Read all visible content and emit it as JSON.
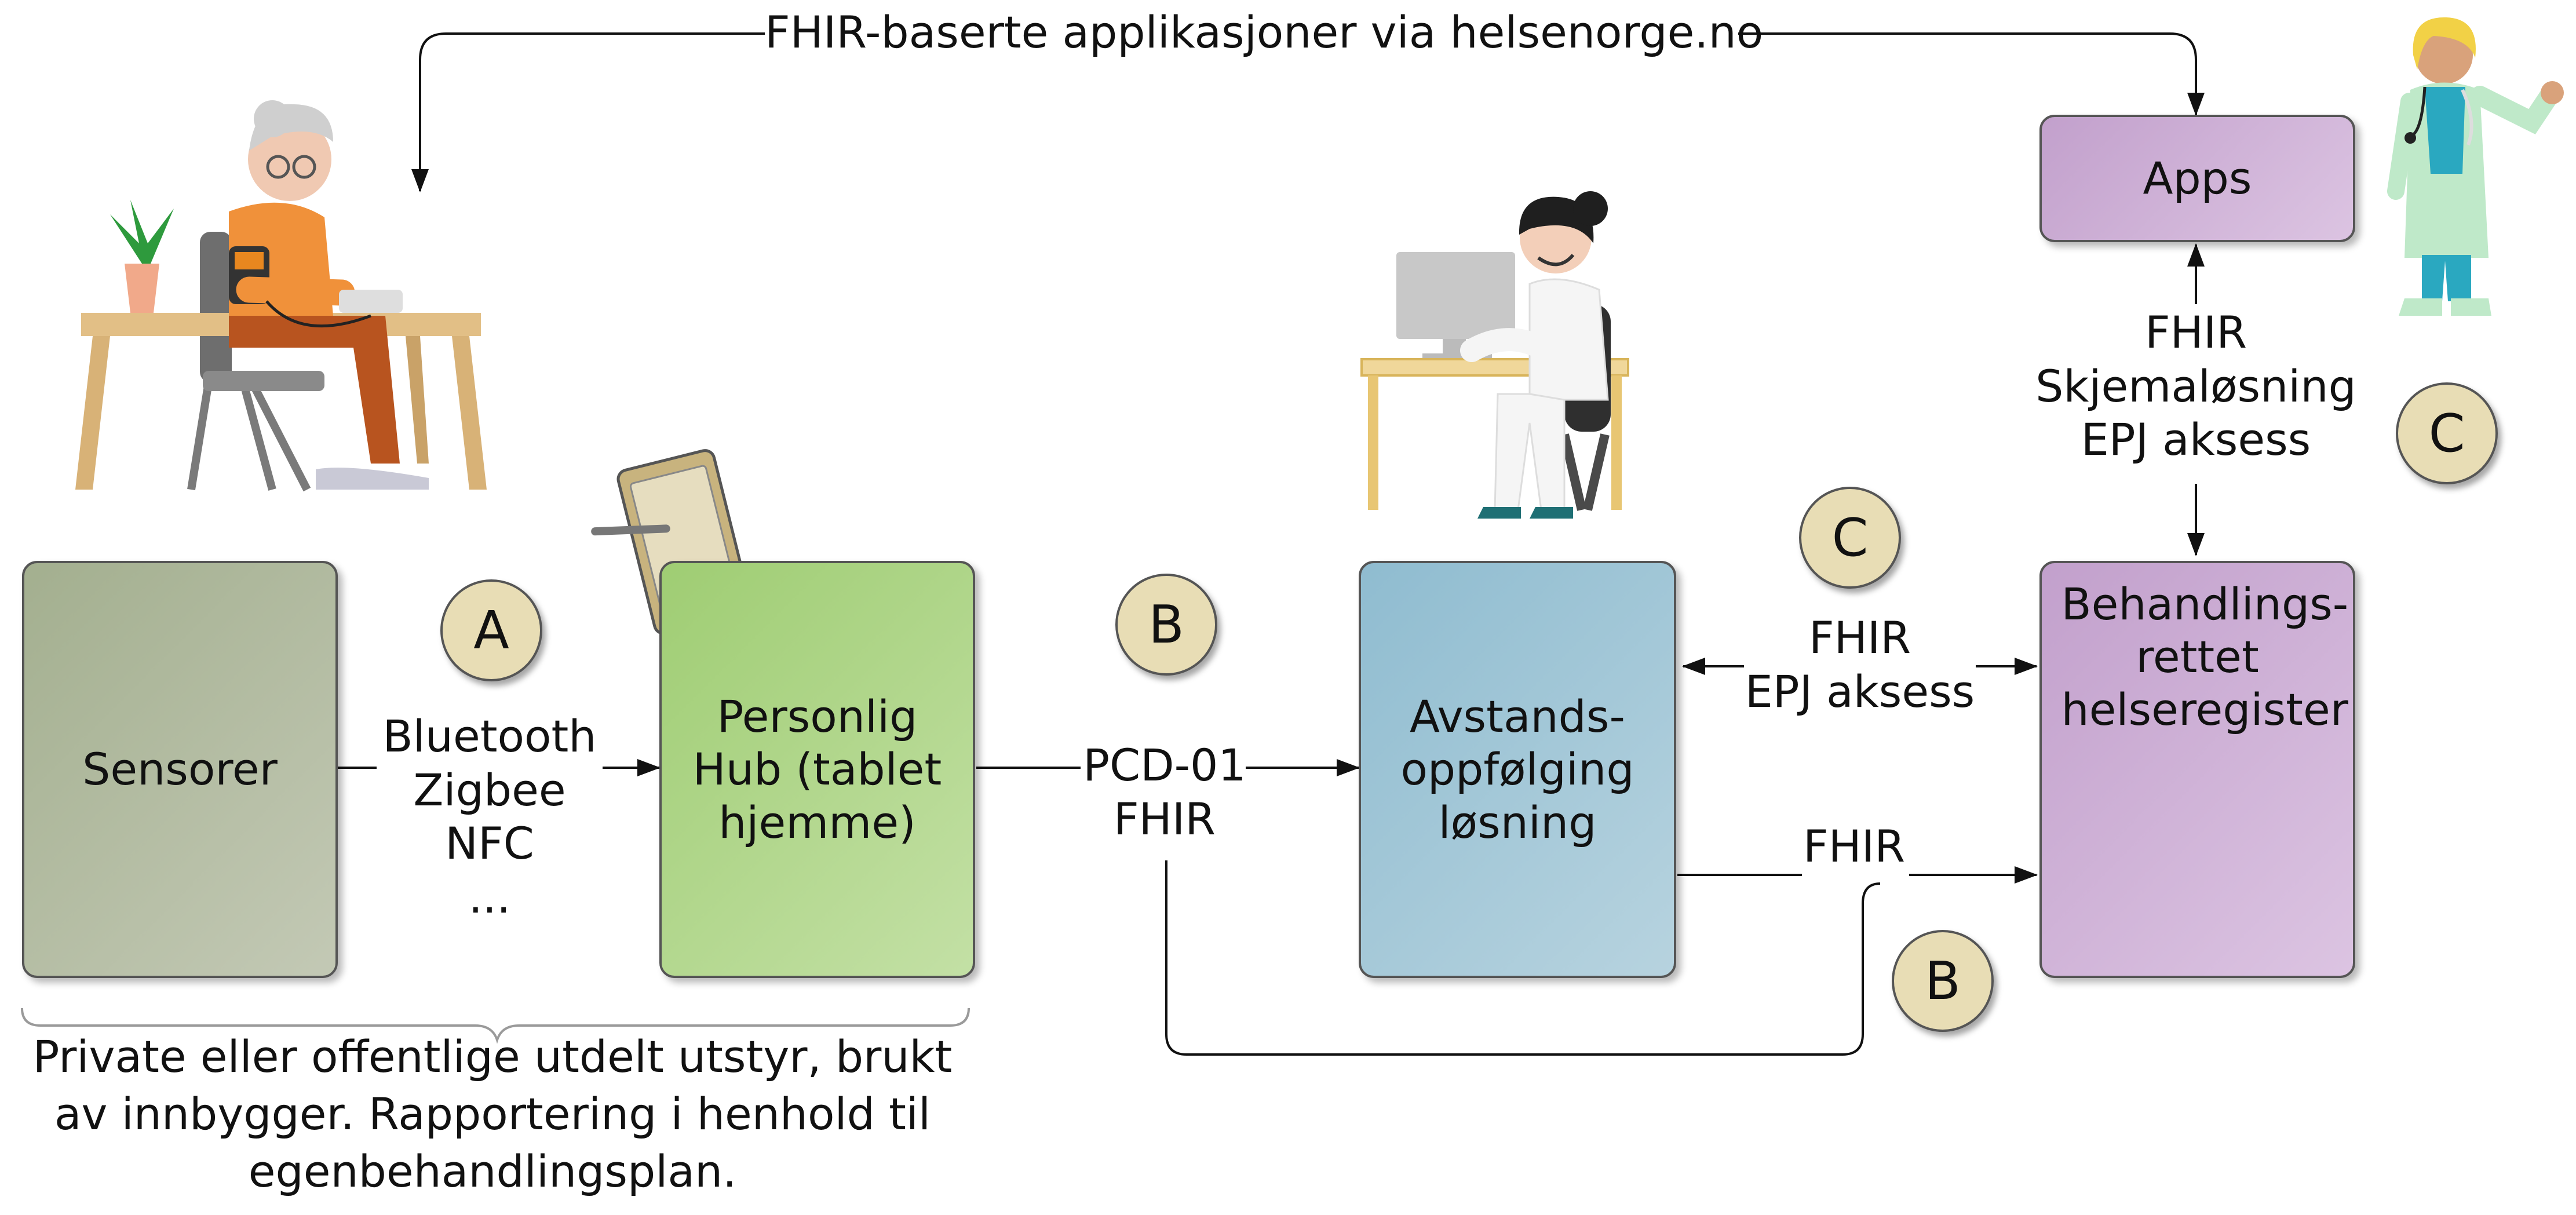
{
  "top_flow_label": "FHIR-baserte applikasjoner via helsenorge.no",
  "nodes": {
    "sensorer": "Sensorer",
    "hub": "Personlig Hub (tablet hjemme)",
    "avstand": "Avstands- oppfølging løsning",
    "apps": "Apps",
    "register": "Behandlings- rettet helseregister"
  },
  "edge_labels": {
    "sensors_to_hub": [
      "Bluetooth",
      "Zigbee",
      "NFC",
      "..."
    ],
    "hub_to_avstand": [
      "PCD-01",
      "FHIR"
    ],
    "avstand_register": [
      "FHIR",
      "EPJ aksess"
    ],
    "avstand_to_register_fhir": "FHIR",
    "apps_register": [
      "FHIR",
      "Skjemaløsning",
      "EPJ aksess"
    ]
  },
  "badges": {
    "a": "A",
    "b1": "B",
    "b2": "B",
    "c1": "C",
    "c2": "C"
  },
  "caption": "Private eller offentlige utdelt utstyr, brukt av innbygger. Rapportering i henhold til egenbehandlingsplan.",
  "colors": {
    "sensorer_fill": "#aab79a",
    "hub_fill": "#a9d384",
    "avstand_fill": "#9cc4d6",
    "apps_fill": "#c9a9d2",
    "register_fill": "#c9a9d2",
    "badge_fill": "#e8ddb5",
    "line": "#111111"
  },
  "icons": [
    "elderly-patient-icon",
    "tablet-icon",
    "nurse-at-desk-icon",
    "doctor-icon",
    "database-icon"
  ]
}
